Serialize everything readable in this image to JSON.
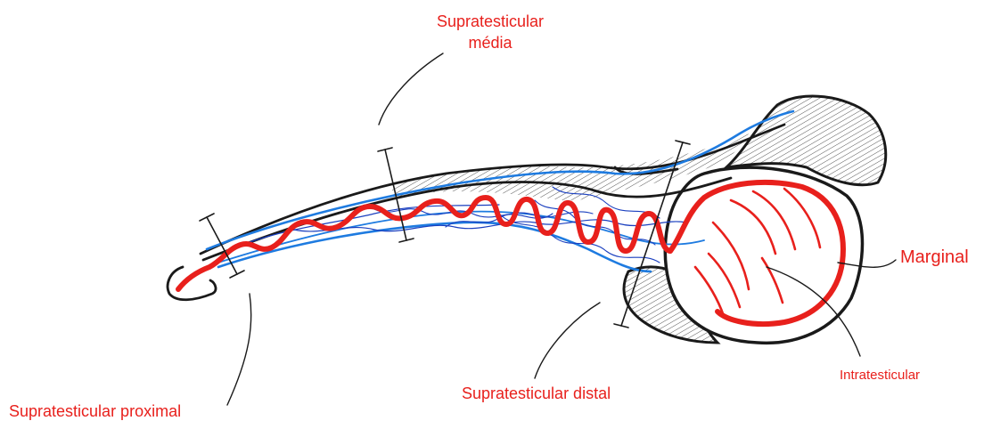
{
  "labels": {
    "supra_media_line1": "Supratesticular",
    "supra_media_line2": "média",
    "marginal": "Marginal",
    "intratesticular": "Intratesticular",
    "supra_distal": "Supratesticular distal",
    "supra_proximal": "Supratesticular proximal"
  },
  "colors": {
    "artery": "#e8201c",
    "vein_blue": "#1e7be0",
    "vein_dark_blue": "#1a3fbf",
    "outline": "#1a1a1a",
    "hatch": "#555555"
  }
}
